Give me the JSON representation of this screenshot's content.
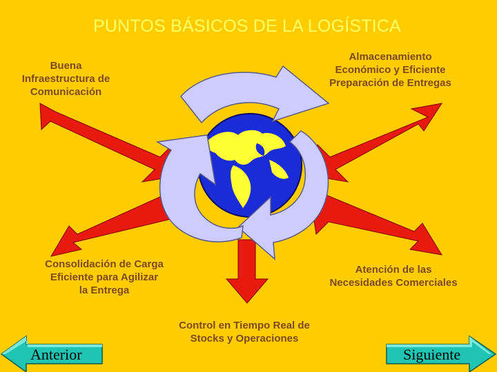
{
  "title": "PUNTOS BÁSICOS DE LA LOGÍSTICA",
  "points": {
    "top_left": [
      "Buena",
      "Infraestructura de",
      "Comunicación"
    ],
    "top_right": [
      "Almacenamiento",
      "Económico y Eficiente",
      "Preparación de Entregas"
    ],
    "mid_left": [
      "Consolidación de Carga",
      "Eficiente para Agilizar",
      "la Entrega"
    ],
    "mid_right": [
      "Atención de las",
      "Necesidades Comerciales"
    ],
    "bottom": [
      "Control en Tiempo Real de",
      "Stocks y Operaciones"
    ]
  },
  "nav": {
    "prev_label": "Anterior",
    "next_label": "Siguiente"
  },
  "colors": {
    "background": "#FFCC00",
    "title": "#FFFF66",
    "label_text": "#7B4A1E",
    "arrow_red": "#E8190E",
    "recycle_fill": "#CCCCFF",
    "globe_ocean": "#1A2BD8",
    "globe_land": "#FFFF33",
    "nav_button": "#1FC4B3"
  },
  "icons": {
    "center": "globe-icon",
    "cycle": "recycle-arrows-icon"
  }
}
